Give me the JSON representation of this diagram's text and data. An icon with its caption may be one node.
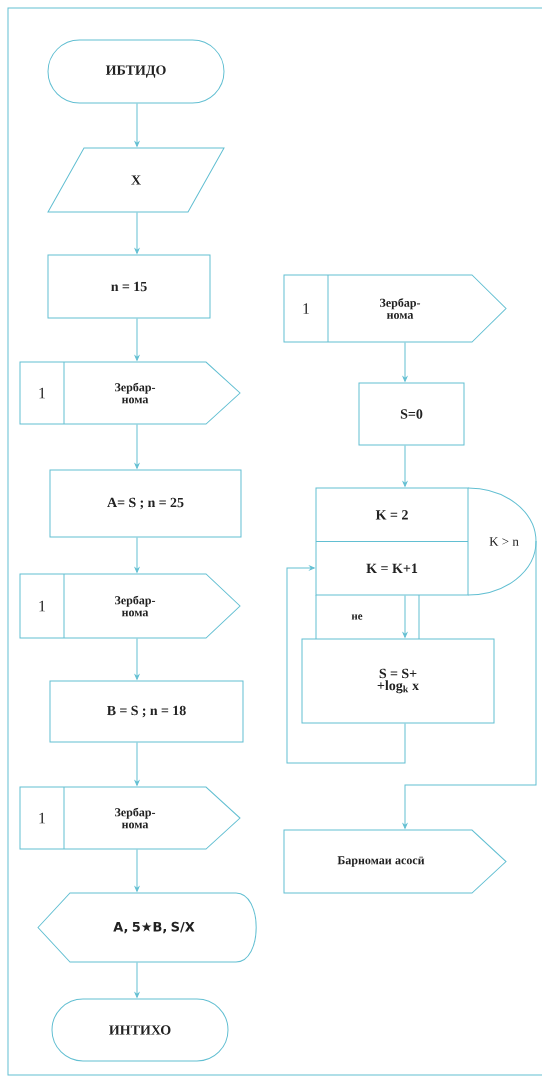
{
  "diagram": {
    "nodes": [
      {
        "text": [
          "ИБТИДО"
        ]
      },
      {
        "text": [
          "X"
        ]
      },
      {
        "text": [
          "n = 15"
        ]
      },
      {
        "text": [
          "1",
          "Зербар- нома"
        ]
      },
      {
        "text": [
          "A= S ; n = 25"
        ]
      },
      {
        "text": [
          "1",
          "Зербар- нома"
        ]
      },
      {
        "text": [
          "B = S ; n = 18"
        ]
      },
      {
        "text": [
          "1",
          "Зербар- нома"
        ]
      },
      {
        "text": [
          "A, 5★B, S/X"
        ]
      },
      {
        "text": [
          "ИНТИХО"
        ]
      },
      {
        "text": [
          "1",
          "Зербар- нома"
        ]
      },
      {
        "text": [
          "S=0"
        ]
      },
      {
        "text": [
          "K = 2",
          "K = K+1",
          "K > n"
        ]
      },
      {
        "text": [
          "S = S+ +log$_{k}$ x"
        ]
      },
      {
        "text": [
          "Барномаи асосӣ"
        ]
      }
    ],
    "edges": [
      {
        "from": 0,
        "to": 1,
        "arrow": "to"
      },
      {
        "from": 1,
        "to": 2,
        "arrow": "to"
      },
      {
        "from": 2,
        "to": 3,
        "arrow": "to"
      },
      {
        "from": 3,
        "to": 4,
        "arrow": "to"
      },
      {
        "from": 4,
        "to": 5,
        "arrow": "to"
      },
      {
        "from": 5,
        "to": 6,
        "arrow": "to"
      },
      {
        "from": 6,
        "to": 7,
        "arrow": "to"
      },
      {
        "from": 7,
        "to": 8,
        "arrow": "to"
      },
      {
        "from": 8,
        "to": 9,
        "arrow": "to"
      },
      {
        "from": 10,
        "to": 11,
        "arrow": "to"
      },
      {
        "from": 11,
        "to": 12,
        "arrow": "to"
      },
      {
        "from": 12,
        "to": 13,
        "arrow": "to",
        "label": "не"
      },
      {
        "from": 13,
        "to": 12,
        "arrow": "to"
      },
      {
        "from": 12,
        "to": 14,
        "arrow": "to"
      }
    ]
  }
}
